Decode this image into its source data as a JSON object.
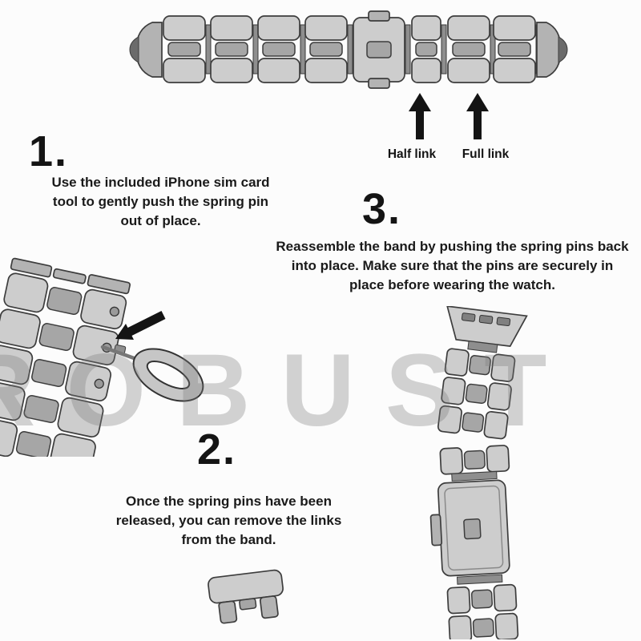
{
  "watermark": "ROBUST",
  "callouts": {
    "half_link": "Half link",
    "full_link": "Full link"
  },
  "steps": [
    {
      "number": "1.",
      "text": "Use the included iPhone sim card tool to gently push the spring pin out of place."
    },
    {
      "number": "2.",
      "text": "Once the spring pins have been released, you can remove the links from the band."
    },
    {
      "number": "3.",
      "text": "Reassemble the band by pushing the spring pins back into place. Make sure that the pins are securely in place before wearing the watch."
    }
  ],
  "icons": {
    "half_link_arrow": "up-arrow-icon",
    "full_link_arrow": "up-arrow-icon",
    "pointer_arrow": "arrow-pointer-icon",
    "sim_tool": "sim-eject-tool"
  },
  "colors": {
    "background": "#fcfcfc",
    "text": "#1a1a1a",
    "band_fill": "#cdcdcd",
    "band_mid": "#a6a6a6",
    "band_connector": "#8e8e8e",
    "band_stroke": "#3d3d3d",
    "arrow": "#141414",
    "watermark": "#d4d4d4"
  }
}
